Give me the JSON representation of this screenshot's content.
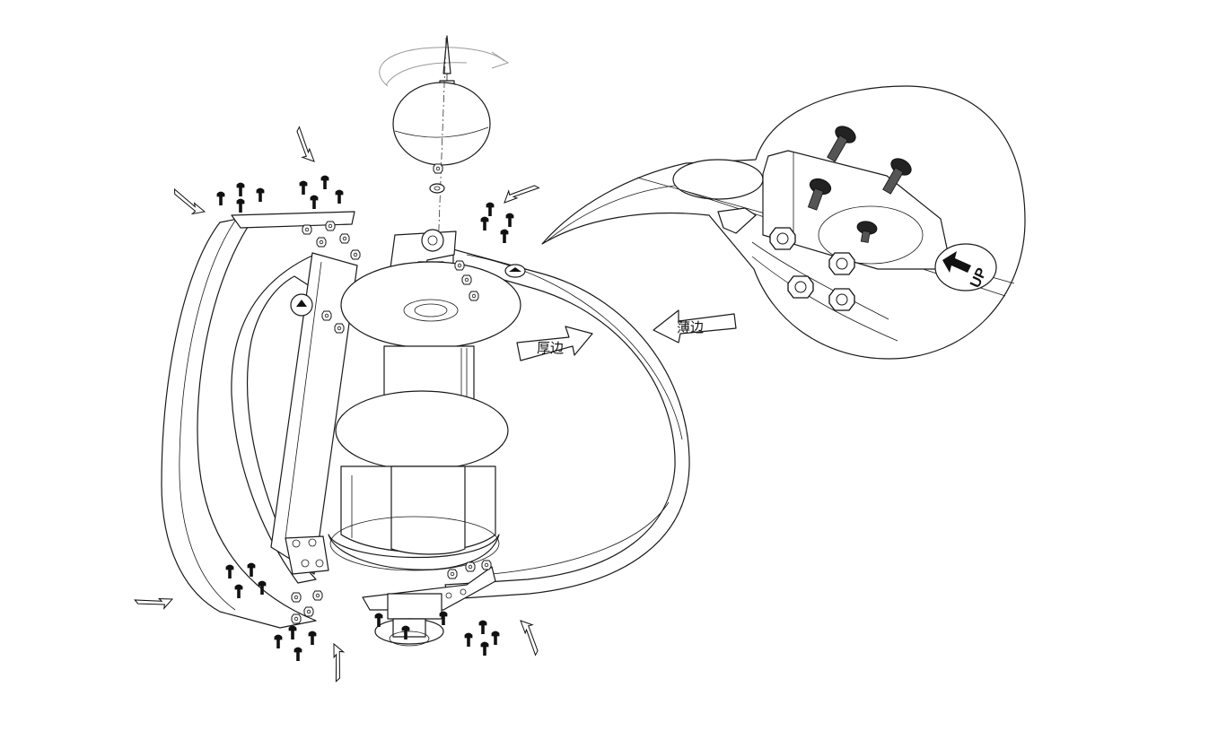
{
  "labels": {
    "thick_edge": "厚边",
    "thin_edge": "薄边",
    "up_marker": "UP"
  }
}
